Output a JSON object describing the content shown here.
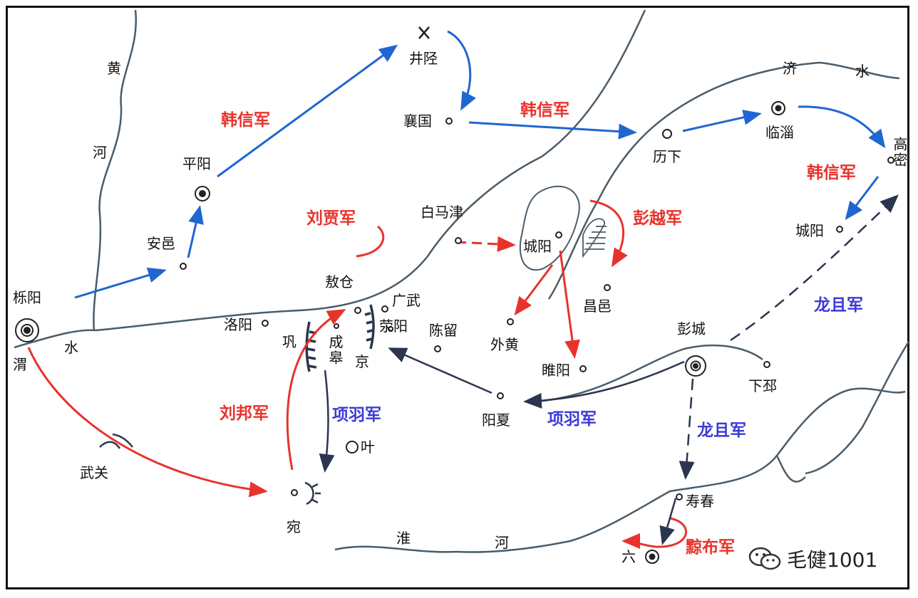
{
  "rivers": {
    "huanghe": [
      "黄",
      "河"
    ],
    "wei": [
      "渭",
      "水"
    ],
    "ji": [
      "济",
      "水"
    ],
    "huai": [
      "淮",
      "河"
    ]
  },
  "places": {
    "jingxing": "井陉",
    "xiangguo": "襄国",
    "lixia": "历下",
    "linzi": "临淄",
    "gaomi": "高密",
    "chengyang_east": "城阳",
    "pingyang": "平阳",
    "anyi": "安邑",
    "yueyang": "栎阳",
    "baimajin": "白马津",
    "chengyang_mid": "城阳",
    "aocang": "敖仓",
    "luoyang": "洛阳",
    "gong": "巩",
    "chenggao": "成皋",
    "guangwu": "广武",
    "xingyang": "荥阳",
    "jing": "京",
    "chenliu": "陈留",
    "waihuang": "外黄",
    "changyi": "昌邑",
    "suiyang": "睢阳",
    "pengcheng": "彭城",
    "xiapi": "下邳",
    "yangxia": "阳夏",
    "ye": "叶",
    "wuguan": "武关",
    "wan": "宛",
    "shouchun": "寿春",
    "liu": "六"
  },
  "armies": {
    "hanxin_1": "韩信军",
    "hanxin_2": "韩信军",
    "hanxin_3": "韩信军",
    "liujia": "刘贾军",
    "pengyue": "彭越军",
    "longju_1": "龙且军",
    "longju_2": "龙且军",
    "liubang": "刘邦军",
    "xiangyu_1": "项羽军",
    "xiangyu_2": "项羽军",
    "qingbu": "黥布军"
  },
  "watermark": {
    "text": "毛健1001",
    "icon": "wechat-icon"
  },
  "colors": {
    "blue_arrow": "#1f66d1",
    "red_arrow": "#e8332c",
    "dark_arrow": "#2b3550",
    "river": "#4a5c6a",
    "red_text": "#e8332c",
    "blue_text": "#3b3bd6"
  }
}
